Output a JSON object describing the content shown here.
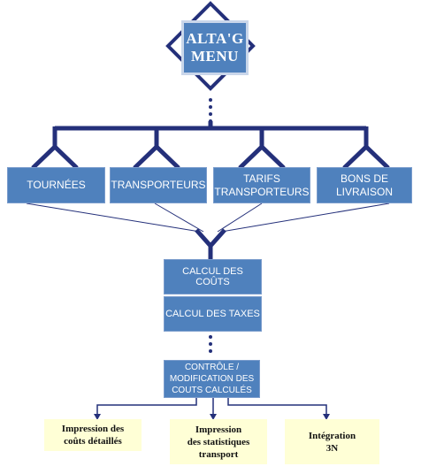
{
  "title": {
    "lines": "ALTA'G\nMENU"
  },
  "sources": [
    {
      "label": "TOURNÉES"
    },
    {
      "label": "TRANSPORTEURS"
    },
    {
      "label": "TARIFS\nTRANSPORTEURS"
    },
    {
      "label": "BONS DE\nLIVRAISON"
    }
  ],
  "calcul_couts": "CALCUL DES COÛTS",
  "calcul_taxes": "CALCUL DES TAXES",
  "controle": "CONTRÔLE /\nMODIFICATION DES\nCOUTS CALCULÉS",
  "outputs": [
    {
      "label": "Impression des\ncoûts détaillés"
    },
    {
      "label": "Impression\ndes statistiques\ntransport"
    },
    {
      "label": "Intégration\n3N"
    }
  ],
  "colors": {
    "box_fill": "#4f81bd",
    "connector": "#24307a",
    "output_fill": "#ffffd6"
  }
}
